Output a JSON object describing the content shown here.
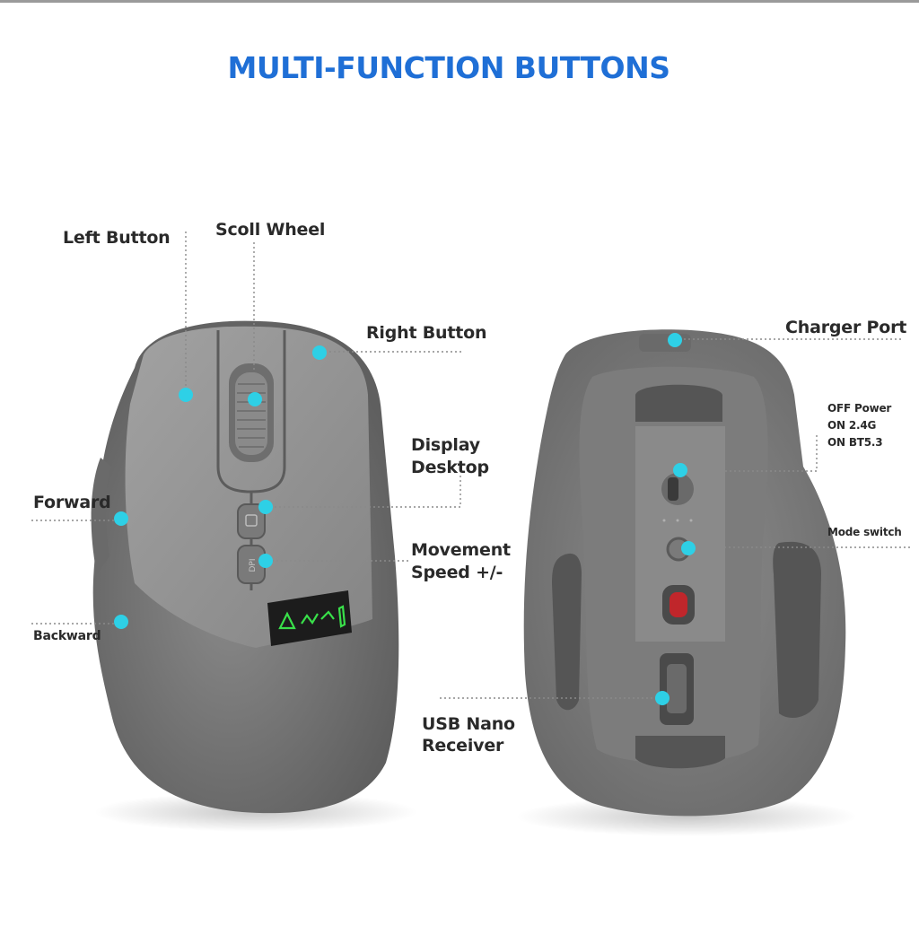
{
  "title": "MULTI-FUNCTION BUTTONS",
  "colors": {
    "title": "#1f6fd6",
    "marker": "#2ed0e6",
    "mouse_body": "#7b7b7b",
    "mouse_panel": "#8e8e8e",
    "display_green": "#39e04a"
  },
  "labels": {
    "left_button": "Left Button",
    "scroll_wheel": "Scoll Wheel",
    "right_button": "Right Button",
    "display_desktop": [
      "Display",
      "Desktop"
    ],
    "forward": "Forward",
    "movement_speed": [
      "Movement",
      "Speed +/-"
    ],
    "backward": "Backward",
    "charger_port": "Charger Port",
    "power_modes": [
      "OFF Power",
      "ON 2.4G",
      "ON BT5.3"
    ],
    "mode_switch": "Mode switch",
    "usb_receiver": [
      "USB Nano",
      "Receiver"
    ]
  },
  "icons": {
    "marker": "cyan-dot-icon",
    "display": "battery-wireless-bluetooth-icon"
  }
}
